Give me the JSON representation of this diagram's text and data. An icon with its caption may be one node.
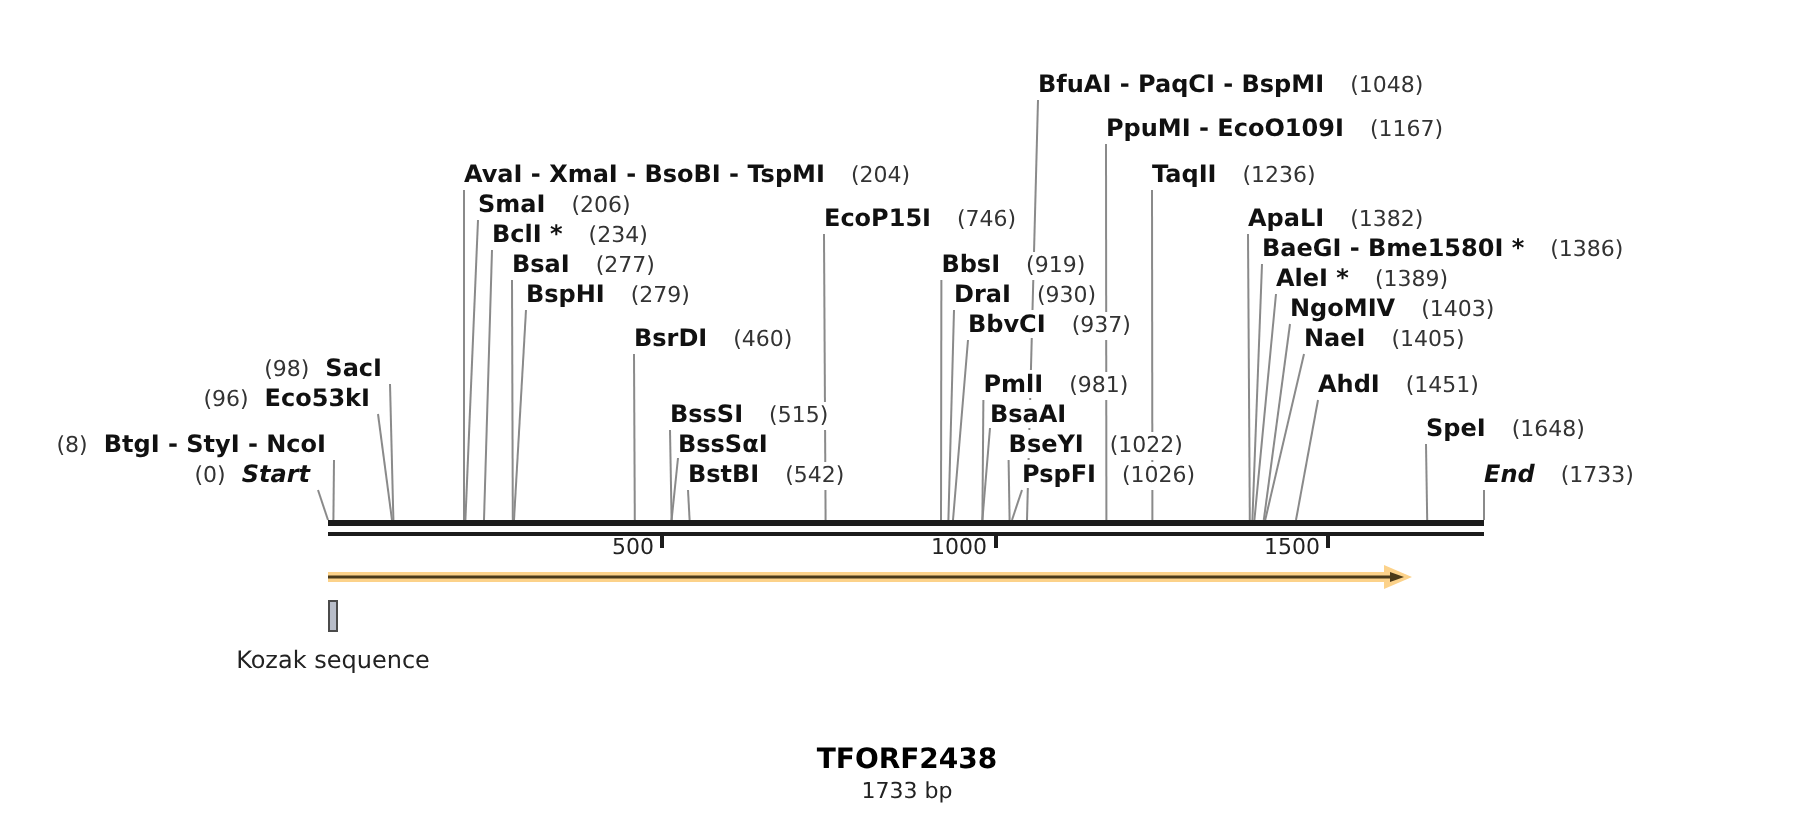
{
  "diagram": {
    "title": "TFORF2438",
    "caption": "1733 bp",
    "nodes": [
      {
        "text": [
          "BfuAI - PaqCI - BspMI",
          "(1048)"
        ]
      },
      {
        "text": [
          "PpuMI - EcoO109I",
          "(1167)"
        ]
      },
      {
        "text": [
          "AvaI - XmaI - BsoBI - TspMI",
          "(204)"
        ]
      },
      {
        "text": [
          "TaqII",
          "(1236)"
        ]
      },
      {
        "text": [
          "SmaI",
          "(206)"
        ]
      },
      {
        "text": [
          "EcoP15I",
          "(746)"
        ]
      },
      {
        "text": [
          "ApaLI",
          "(1382)"
        ]
      },
      {
        "text": [
          "BclI *",
          "(234)"
        ]
      },
      {
        "text": [
          "BaeGI - Bme1580I *",
          "(1386)"
        ]
      },
      {
        "text": [
          "BsaI",
          "(277)"
        ]
      },
      {
        "text": [
          "BbsI",
          "(919)"
        ]
      },
      {
        "text": [
          "AleI *",
          "(1389)"
        ]
      },
      {
        "text": [
          "BspHI",
          "(279)"
        ]
      },
      {
        "text": [
          "DraI",
          "(930)"
        ]
      },
      {
        "text": [
          "NgoMIV",
          "(1403)"
        ]
      },
      {
        "text": [
          "BbvCI",
          "(937)"
        ]
      },
      {
        "text": [
          "BsrDI",
          "(460)"
        ]
      },
      {
        "text": [
          "NaeI",
          "(1405)"
        ]
      },
      {
        "text": [
          "(98)",
          "SacI"
        ]
      },
      {
        "text": [
          "PmlI",
          "(981)"
        ]
      },
      {
        "text": [
          "AhdI",
          "(1451)"
        ]
      },
      {
        "text": [
          "(96)",
          "Eco53kI"
        ]
      },
      {
        "text": [
          "BssSI",
          "(515)"
        ]
      },
      {
        "text": [
          "BsaAI"
        ]
      },
      {
        "text": [
          "SpeI",
          "(1648)"
        ]
      },
      {
        "text": [
          "(8)",
          "BtgI - StyI - NcoI"
        ]
      },
      {
        "text": [
          "BssSαI"
        ]
      },
      {
        "text": [
          "BseYI",
          "(1022)"
        ]
      },
      {
        "text": [
          "(0)",
          "Start"
        ]
      },
      {
        "text": [
          "BstBI",
          "(542)"
        ]
      },
      {
        "text": [
          "PspFI",
          "(1026)"
        ]
      },
      {
        "text": [
          "End",
          "(1733)"
        ]
      },
      {
        "text": [],
        "shape": "bar"
      },
      {
        "text": [],
        "shape": "box",
        "beside": [
          "Kozak sequence"
        ]
      }
    ],
    "edges": [
      {
        "from": 0,
        "to": 32,
        "arrow": "none"
      },
      {
        "from": 1,
        "to": 32,
        "arrow": "none"
      },
      {
        "from": 2,
        "to": 32,
        "arrow": "none"
      },
      {
        "from": 3,
        "to": 32,
        "arrow": "none"
      },
      {
        "from": 4,
        "to": 32,
        "arrow": "none"
      },
      {
        "from": 5,
        "to": 32,
        "arrow": "none"
      },
      {
        "from": 6,
        "to": 32,
        "arrow": "none"
      },
      {
        "from": 7,
        "to": 32,
        "arrow": "none"
      },
      {
        "from": 8,
        "to": 32,
        "arrow": "none"
      },
      {
        "from": 9,
        "to": 32,
        "arrow": "none"
      },
      {
        "from": 10,
        "to": 32,
        "arrow": "none"
      },
      {
        "from": 11,
        "to": 32,
        "arrow": "none"
      },
      {
        "from": 12,
        "to": 32,
        "arrow": "none"
      },
      {
        "from": 13,
        "to": 32,
        "arrow": "none"
      },
      {
        "from": 14,
        "to": 32,
        "arrow": "none"
      },
      {
        "from": 15,
        "to": 32,
        "arrow": "none"
      },
      {
        "from": 16,
        "to": 32,
        "arrow": "none"
      },
      {
        "from": 17,
        "to": 32,
        "arrow": "none"
      },
      {
        "from": 18,
        "to": 32,
        "arrow": "none"
      },
      {
        "from": 19,
        "to": 32,
        "arrow": "none"
      },
      {
        "from": 20,
        "to": 32,
        "arrow": "none"
      },
      {
        "from": 21,
        "to": 32,
        "arrow": "none"
      },
      {
        "from": 22,
        "to": 32,
        "arrow": "none"
      },
      {
        "from": 23,
        "to": 32,
        "arrow": "none"
      },
      {
        "from": 24,
        "to": 32,
        "arrow": "none"
      },
      {
        "from": 25,
        "to": 32,
        "arrow": "none"
      },
      {
        "from": 26,
        "to": 32,
        "arrow": "none"
      },
      {
        "from": 27,
        "to": 32,
        "arrow": "none"
      },
      {
        "from": 28,
        "to": 32,
        "arrow": "none"
      },
      {
        "from": 29,
        "to": 32,
        "arrow": "none"
      },
      {
        "from": 30,
        "to": 32,
        "arrow": "none"
      },
      {
        "from": 31,
        "to": 32,
        "arrow": "none"
      }
    ],
    "labels": [
      "500",
      "1000",
      "1500"
    ]
  }
}
